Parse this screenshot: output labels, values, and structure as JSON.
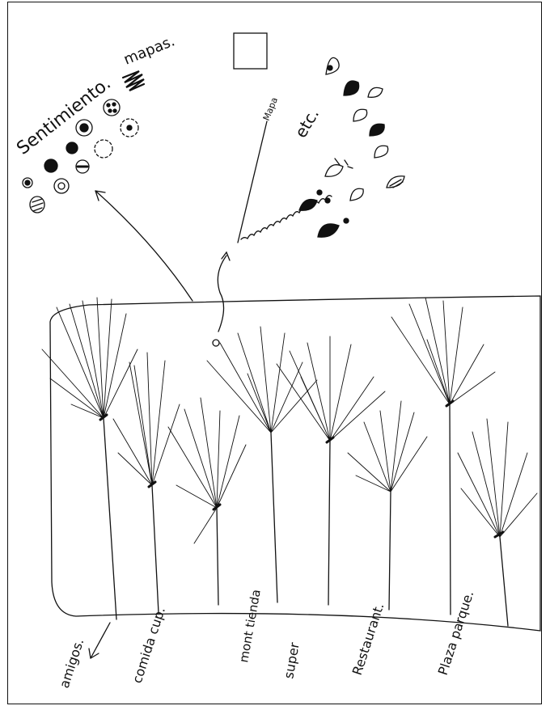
{
  "labels": {
    "sentimiento": "Sentimiento.",
    "mapas": "mapas.",
    "mapa": "Mapa",
    "etc": "etc.",
    "amigos": "amigos.",
    "comida_cup": "comida cup.",
    "monitienda": "mont tienda",
    "super": "super",
    "restaurant": "Restaurant.",
    "plaza_parque": "Plaza parque."
  },
  "colors": {
    "ink": "#111111",
    "paper": "#ffffff"
  }
}
